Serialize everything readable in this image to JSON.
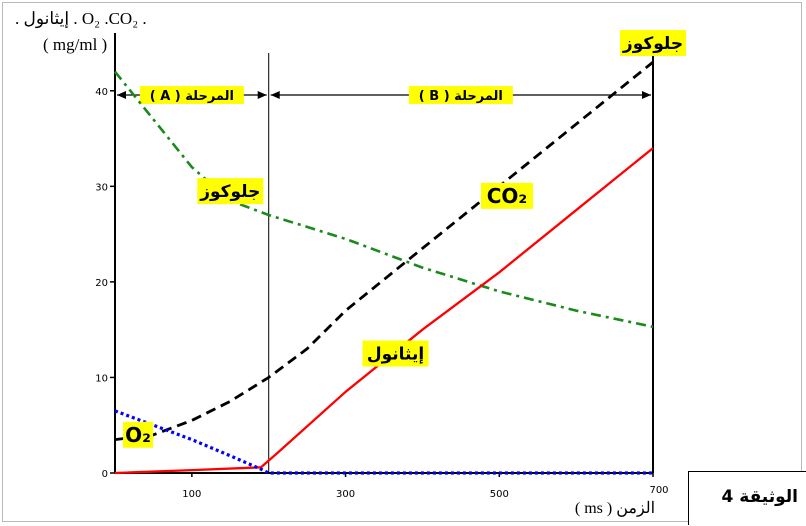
{
  "chart_data": {
    "type": "line",
    "ylabel_line1": ". إيثانول . O₂ .CO₂ .",
    "ylabel_line2": "( mg/ml )",
    "xlabel": "الزمن ( ms )",
    "xlim": [
      0,
      700
    ],
    "ylim": [
      0,
      45
    ],
    "xticks": [
      100,
      300,
      500,
      700
    ],
    "yticks": [
      0,
      10,
      20,
      30,
      40
    ],
    "phase_boundary_x": 200,
    "phases": [
      {
        "label": "المرحلة ( A )",
        "x_start": 0,
        "x_end": 200
      },
      {
        "label": "المرحلة ( B )",
        "x_start": 200,
        "x_end": 700
      }
    ],
    "series": [
      {
        "name": "جلوكوز",
        "color": "#1a8a1a",
        "style": "dash-dot",
        "x": [
          0,
          50,
          100,
          150,
          200,
          300,
          400,
          500,
          600,
          700
        ],
        "y": [
          42,
          37,
          32,
          28.5,
          27,
          24.5,
          21.5,
          19,
          17,
          15.3
        ]
      },
      {
        "name": "CO₂",
        "color": "#000000",
        "style": "dashed",
        "x": [
          0,
          50,
          100,
          150,
          200,
          250,
          300,
          400,
          500,
          600,
          700
        ],
        "y": [
          3.5,
          4,
          5.5,
          7.5,
          10,
          13,
          17,
          23.5,
          30,
          36.5,
          43
        ]
      },
      {
        "name": "إيثانول",
        "color": "#ff0000",
        "style": "solid",
        "x": [
          0,
          100,
          190,
          210,
          300,
          400,
          500,
          600,
          700
        ],
        "y": [
          0,
          0.3,
          0.6,
          2,
          8.5,
          15,
          21,
          27.5,
          34
        ]
      },
      {
        "name": "O₂",
        "color": "#0000ff",
        "style": "dotted",
        "x": [
          0,
          50,
          100,
          150,
          190,
          200,
          300,
          500,
          700
        ],
        "y": [
          6.5,
          5,
          3.5,
          1.8,
          0.4,
          0,
          0,
          0,
          0
        ]
      }
    ],
    "annotations": [
      {
        "text": "جلوكوز",
        "x": 700,
        "y": 45
      },
      {
        "text": "جلوكوز",
        "x": 150,
        "y": 29.5
      },
      {
        "text": "CO₂",
        "x": 510,
        "y": 29
      },
      {
        "text": "إيثانول",
        "x": 365,
        "y": 12.5
      },
      {
        "text": "O₂",
        "x": 30,
        "y": 4
      }
    ]
  },
  "document": {
    "label": "الوثيقة  4"
  },
  "colors": {
    "highlight": "#ffff00",
    "axis": "#000000"
  }
}
